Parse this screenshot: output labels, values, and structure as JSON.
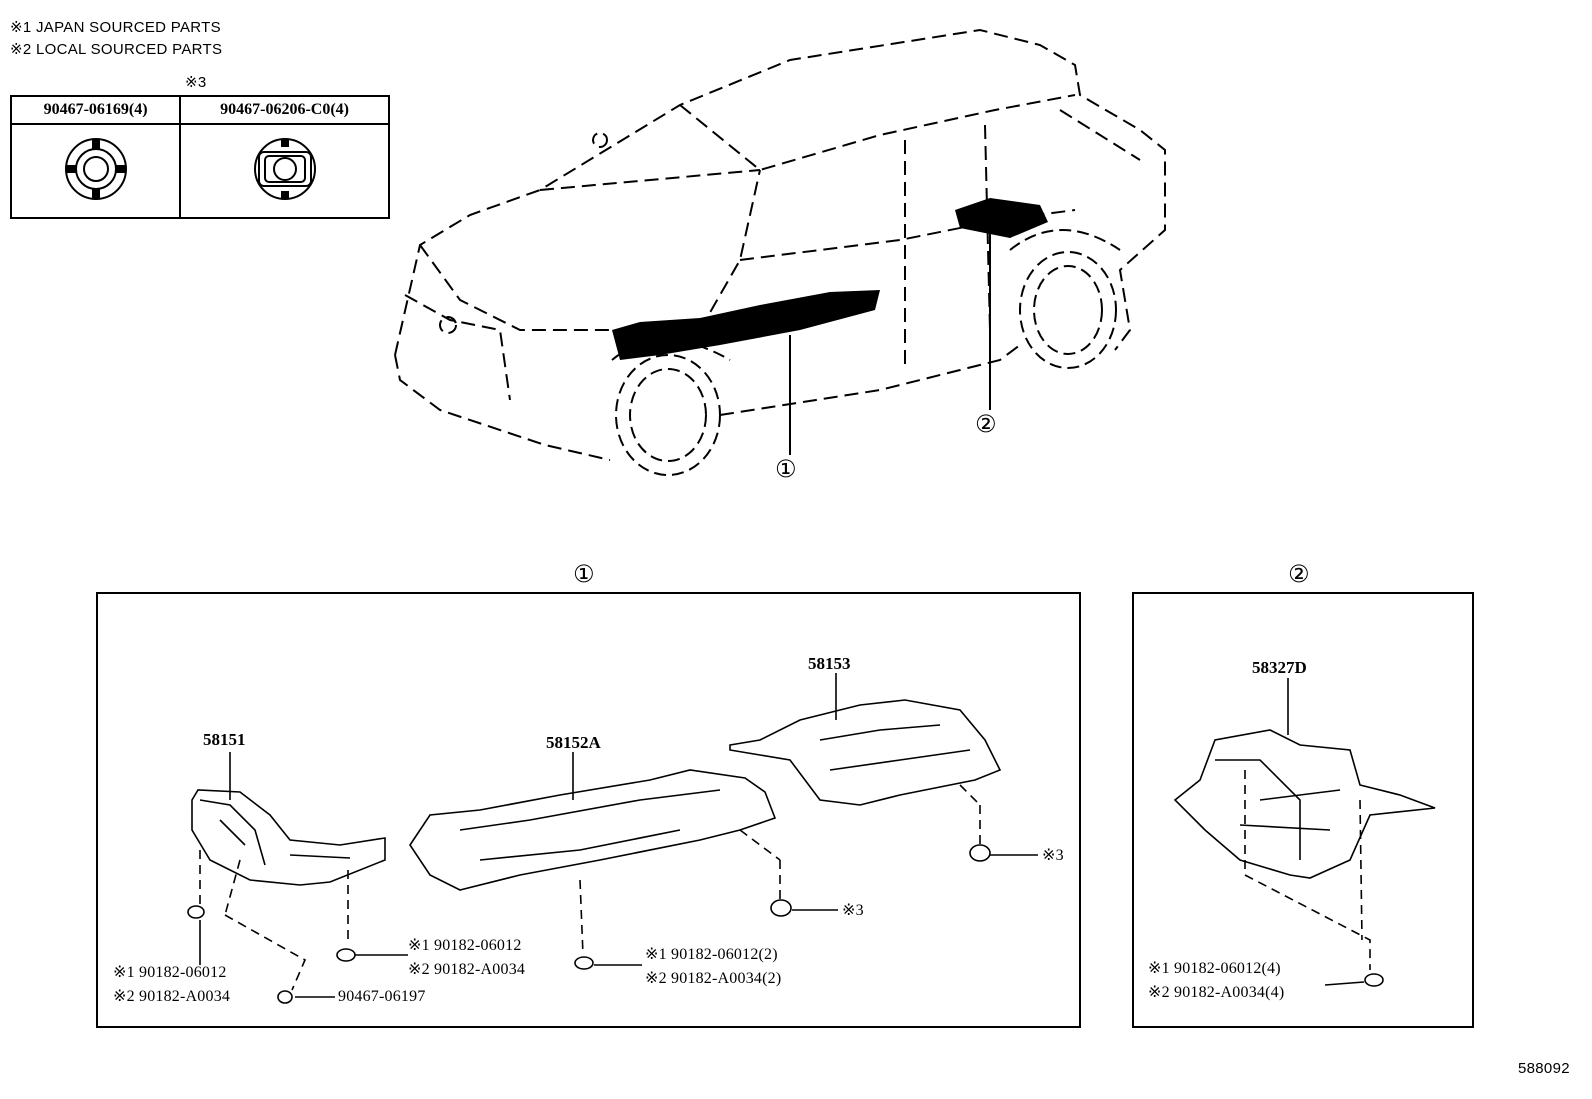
{
  "notes": {
    "n1": "※1 JAPAN SOURCED PARTS",
    "n2": "※2 LOCAL SOURCED PARTS",
    "n3": "※3"
  },
  "clip_table": {
    "col1": "90467-06169(4)",
    "col2": "90467-06206-C0(4)"
  },
  "callouts": {
    "c1": "①",
    "c2": "②"
  },
  "panel1": {
    "title": "①",
    "parts": {
      "p58151": "58151",
      "p58152a": "58152A",
      "p58153": "58153"
    },
    "fasteners": {
      "f1a": "※1 90182-06012",
      "f1b": "※2 90182-A0034",
      "f2": "90467-06197",
      "f3a": "※1 90182-06012",
      "f3b": "※2 90182-A0034",
      "f4a": "※1 90182-06012(2)",
      "f4b": "※2 90182-A0034(2)",
      "f5": "※3",
      "f6": "※3"
    }
  },
  "panel2": {
    "title": "②",
    "parts": {
      "p58327d": "58327D"
    },
    "fasteners": {
      "f1a": "※1 90182-06012(4)",
      "f1b": "※2 90182-A0034(4)"
    }
  },
  "diagram_id": "588092"
}
